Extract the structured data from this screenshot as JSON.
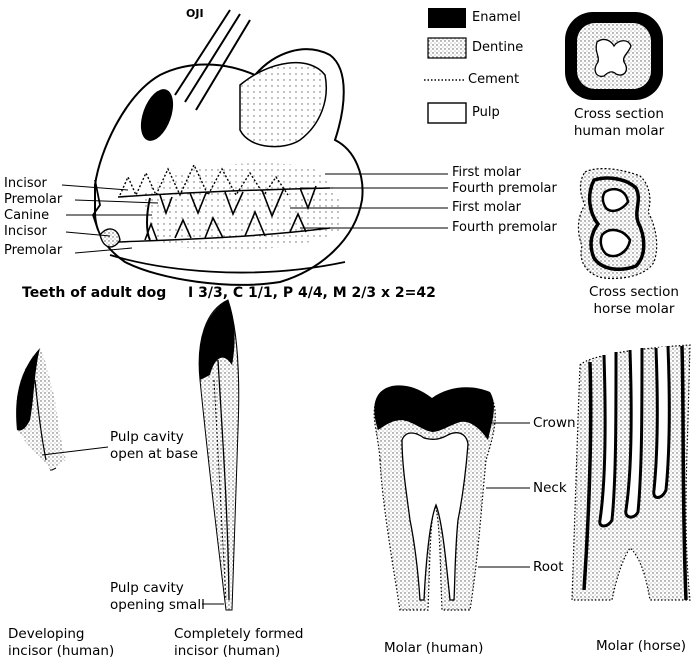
{
  "top_mark": "OJI",
  "legend": {
    "enamel": "Enamel",
    "dentine": "Dentine",
    "cement": "Cement",
    "pulp": "Pulp"
  },
  "dog_labels": {
    "incisor_upper": "Incisor",
    "premolar_upper": "Premolar",
    "canine": "Canine",
    "incisor_lower": "Incisor",
    "premolar_lower": "Premolar",
    "first_molar_upper": "First molar",
    "fourth_premolar_upper": "Fourth premolar",
    "first_molar_lower": "First molar",
    "fourth_premolar_lower": "Fourth premolar"
  },
  "formula": {
    "title": "Teeth of adult dog",
    "text": "I 3/3, C 1/1, P 4/4, M 2/3 x 2=42"
  },
  "cross_sections": {
    "human": [
      "Cross section",
      "human molar"
    ],
    "horse": [
      "Cross section",
      "horse molar"
    ]
  },
  "tooth_labels": {
    "pulp_open": [
      "Pulp cavity",
      "open at base"
    ],
    "pulp_small": [
      "Pulp cavity",
      "opening small"
    ],
    "crown": "Crown",
    "neck": "Neck",
    "root": "Root"
  },
  "captions": {
    "developing": [
      "Developing",
      "incisor (human)"
    ],
    "formed": [
      "Completely formed",
      "incisor (human)"
    ],
    "molar_human": "Molar (human)",
    "molar_horse": "Molar (horse)"
  },
  "colors": {
    "ink": "#000000",
    "dentine_dot": "#555555",
    "paper": "#ffffff"
  }
}
